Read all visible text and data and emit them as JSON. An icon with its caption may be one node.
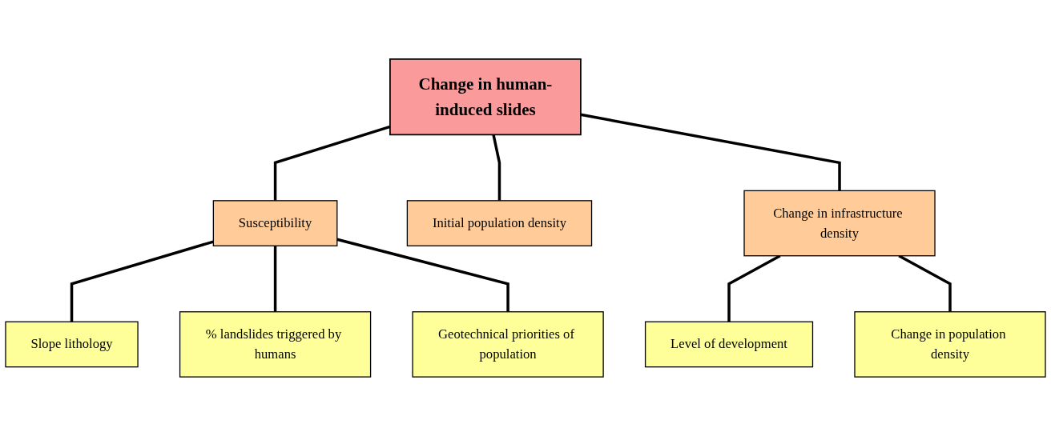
{
  "diagram": {
    "nodes": [
      {
        "text": [
          "Change in human-induced slides"
        ]
      },
      {
        "text": [
          "Susceptibility"
        ]
      },
      {
        "text": [
          "Initial population density"
        ]
      },
      {
        "text": [
          "Change in infrastructure density"
        ]
      },
      {
        "text": [
          "Slope lithology"
        ]
      },
      {
        "text": [
          "% landslides triggered by humans"
        ]
      },
      {
        "text": [
          "Geotechnical priorities of population"
        ]
      },
      {
        "text": [
          "Level of development"
        ]
      },
      {
        "text": [
          "Change in population density"
        ]
      }
    ],
    "edges": [
      {
        "from": 0,
        "to": 1,
        "arrow": "none"
      },
      {
        "from": 0,
        "to": 2,
        "arrow": "none"
      },
      {
        "from": 0,
        "to": 3,
        "arrow": "none"
      },
      {
        "from": 1,
        "to": 4,
        "arrow": "none"
      },
      {
        "from": 1,
        "to": 5,
        "arrow": "none"
      },
      {
        "from": 1,
        "to": 6,
        "arrow": "none"
      },
      {
        "from": 3,
        "to": 7,
        "arrow": "none"
      },
      {
        "from": 3,
        "to": 8,
        "arrow": "none"
      }
    ]
  }
}
